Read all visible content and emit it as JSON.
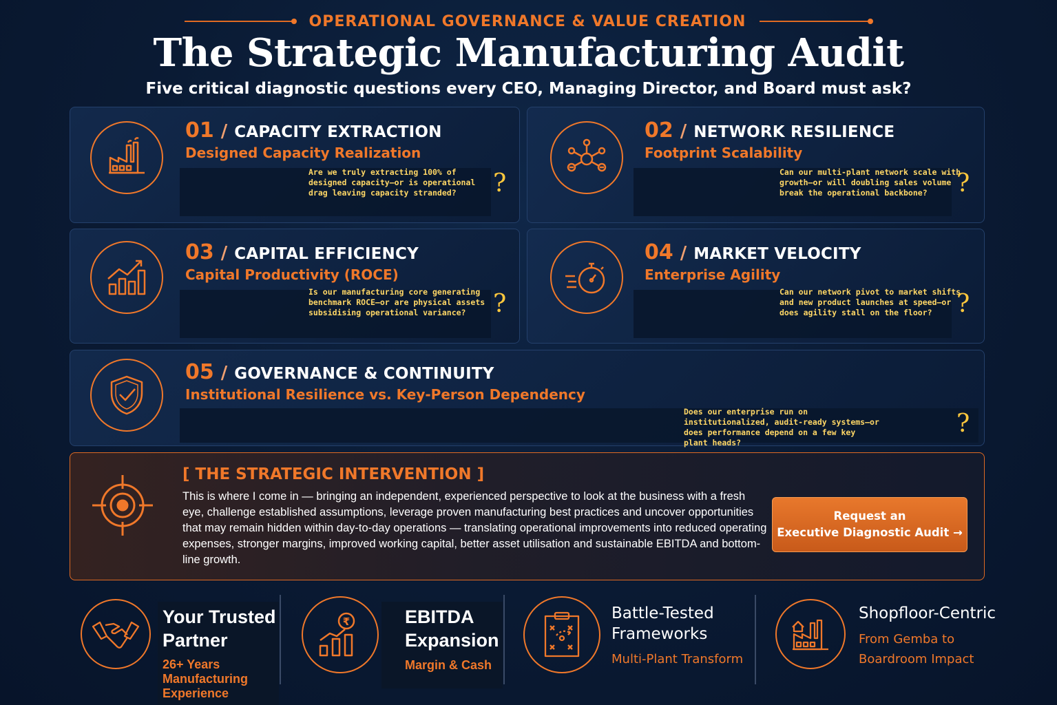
{
  "header": {
    "kicker": "OPERATIONAL GOVERNANCE & VALUE CREATION",
    "title": "The Strategic Manufacturing Audit",
    "subtitle": "Five critical diagnostic questions every CEO, Managing Director, and Board must ask?"
  },
  "cards": [
    {
      "number": "01",
      "heading": "CAPACITY EXTRACTION",
      "subheading": "Designed Capacity Realization",
      "question": "Are we truly extracting 100% of designed capacity—or is operational drag leaving capacity stranded?",
      "icon": "factory-icon"
    },
    {
      "number": "02",
      "heading": "NETWORK RESILIENCE",
      "subheading": "Footprint Scalability",
      "question": "Can our multi-plant network scale with growth—or will doubling sales volume break the operational backbone?",
      "icon": "network-icon"
    },
    {
      "number": "03",
      "heading": "CAPITAL EFFICIENCY",
      "subheading": "Capital Productivity (ROCE)",
      "question": "Is our manufacturing core generating benchmark ROCE—or are physical assets subsidising operational variance?",
      "icon": "growth-chart-icon"
    },
    {
      "number": "04",
      "heading": "MARKET VELOCITY",
      "subheading": "Enterprise Agility",
      "question": "Can our network pivot to market shifts and new product launches at speed—or does agility stall on the floor?",
      "icon": "stopwatch-icon"
    },
    {
      "number": "05",
      "heading": "GOVERNANCE & CONTINUITY",
      "subheading": "Institutional Resilience vs. Key-Person Dependency",
      "question": "Does our enterprise run on institutionalized, audit-ready systems—or does performance depend on a few key plant heads?",
      "icon": "shield-check-icon"
    }
  ],
  "question_mark": "?",
  "slash": "/",
  "intervention": {
    "title": "[ THE STRATEGIC INTERVENTION ]",
    "body": "This is where I come in — bringing an independent, experienced perspective to look at the business with a fresh eye, challenge established assumptions, leverage proven manufacturing best practices and uncover opportunities that may remain hidden within day-to-day operations — translating operational improvements into reduced operating expenses, stronger margins, improved working capital, better asset utilisation and sustainable EBITDA and bottom-line growth.",
    "cta_line1": "Request an",
    "cta_line2": "Executive Diagnostic Audit →",
    "icon": "target-icon"
  },
  "footer": [
    {
      "title_line1": "Your Trusted",
      "title_line2": "Partner",
      "sub_line1": "26+ Years",
      "sub_line2": "Manufacturing",
      "sub_line3": "Experience",
      "icon": "handshake-icon"
    },
    {
      "title_line1": "EBITDA",
      "title_line2": "Expansion",
      "sub_line1": "Margin & Cash",
      "icon": "rupee-chart-icon"
    },
    {
      "title_line1": "Battle-Tested",
      "title_line2": "Frameworks",
      "sub_line1": "Multi-Plant Transform",
      "icon": "strategy-clipboard-icon"
    },
    {
      "title_line1": "Shopfloor-Centric",
      "sub_line1": "From Gemba to",
      "sub_line2": "Boardroom Impact",
      "icon": "factory-home-icon"
    }
  ],
  "colors": {
    "accent": "#f0782a",
    "question": "#ffd766",
    "background": "#0a1a33"
  }
}
